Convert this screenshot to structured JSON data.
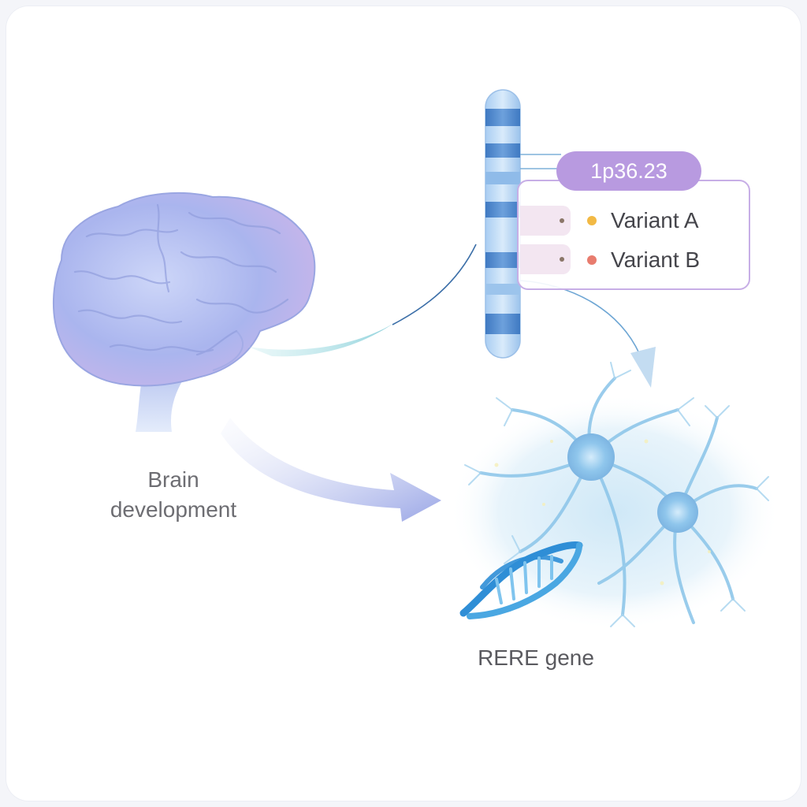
{
  "labels": {
    "brain": "Brain\ndevelopment",
    "gene": "RERE gene"
  },
  "locus": {
    "band": "1p36.23"
  },
  "variants": [
    {
      "label": "Variant A",
      "color": "#f2b944"
    },
    {
      "label": "Variant B",
      "color": "#e87c6e"
    }
  ],
  "colors": {
    "brain": "#a9b6ee",
    "chromosome": "#8ab6e8",
    "chromosome_band": "#4f86c9",
    "neuron": "#9fd0ee",
    "dna": "#3a9ad9",
    "locus_pill": "#b89ae0",
    "variant_border": "#c7aee6"
  },
  "icons": [
    "brain-illustration",
    "chromosome-illustration",
    "neuron-illustration",
    "dna-helix-icon"
  ]
}
